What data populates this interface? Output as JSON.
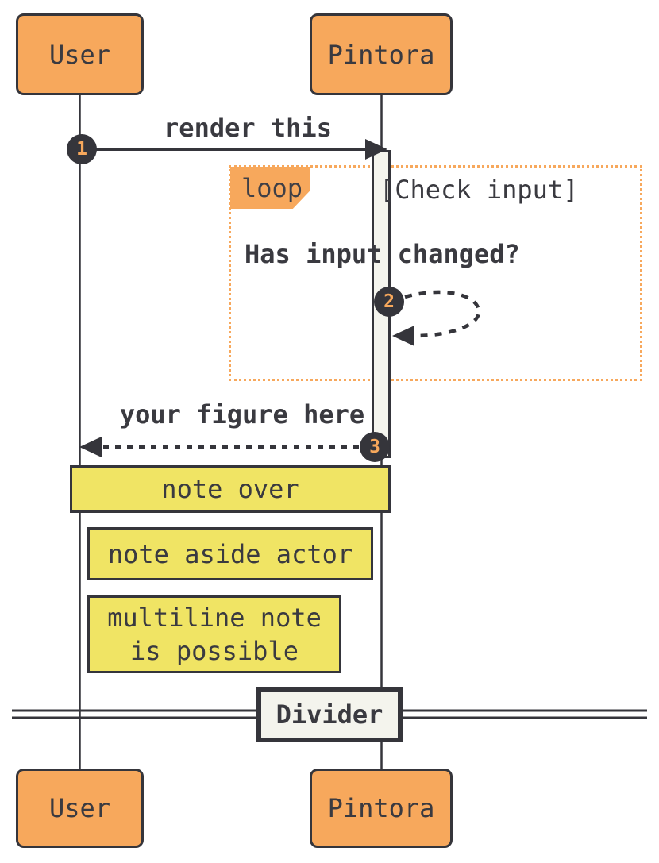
{
  "diagram_type": "sequence-diagram",
  "actors": {
    "user": "User",
    "pintora": "Pintora"
  },
  "messages": {
    "m1": {
      "seq": "1",
      "label": "render this",
      "style": "solid-arrow"
    },
    "m2": {
      "seq": "2",
      "label": "Has input changed?",
      "style": "dashed-self-loop"
    },
    "m3": {
      "seq": "3",
      "label": "your figure here",
      "style": "dashed-return-arrow"
    }
  },
  "loop": {
    "label": "loop",
    "condition": "[Check input]"
  },
  "notes": {
    "over": "note over",
    "aside": "note aside actor",
    "multiline_line1": "multiline note",
    "multiline_line2": "is possible"
  },
  "divider": {
    "label": "Divider"
  },
  "colors": {
    "accent_orange": "#f7a85c",
    "note_yellow": "#f0e464",
    "line_dark": "#35353b",
    "activation_fill": "#f5f5ee",
    "divider_fill": "#f4f4ed",
    "background": "#ffffff"
  }
}
